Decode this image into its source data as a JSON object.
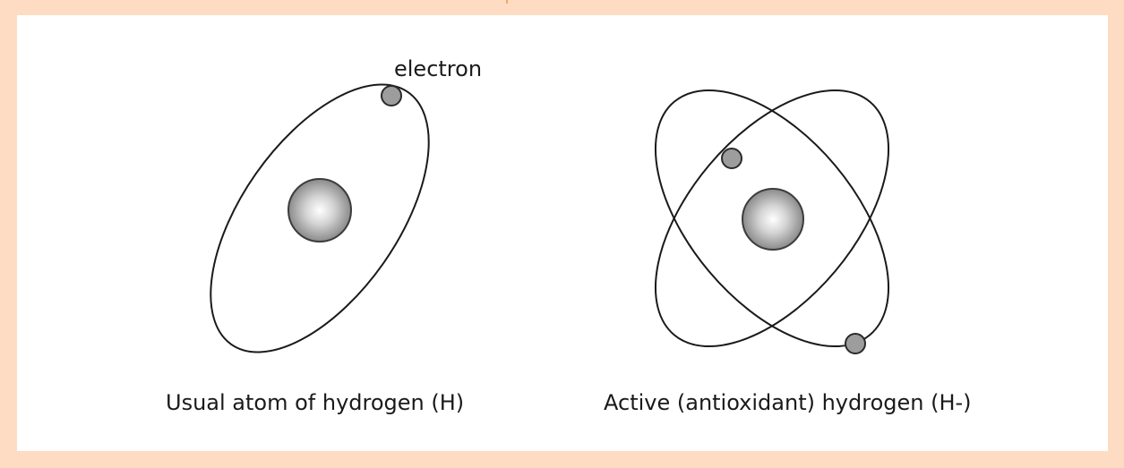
{
  "labels": {
    "electron": "electron"
  },
  "captions": {
    "usual": "Usual atom of hydrogen (H)",
    "active": "Active (antioxidant) hydrogen (H-)"
  },
  "colors": {
    "frame": "#fddcc3",
    "nucleus_edge": "#3c3c3c",
    "electron_fill": "#9d9d9d",
    "orbit": "#1a1a1a"
  }
}
